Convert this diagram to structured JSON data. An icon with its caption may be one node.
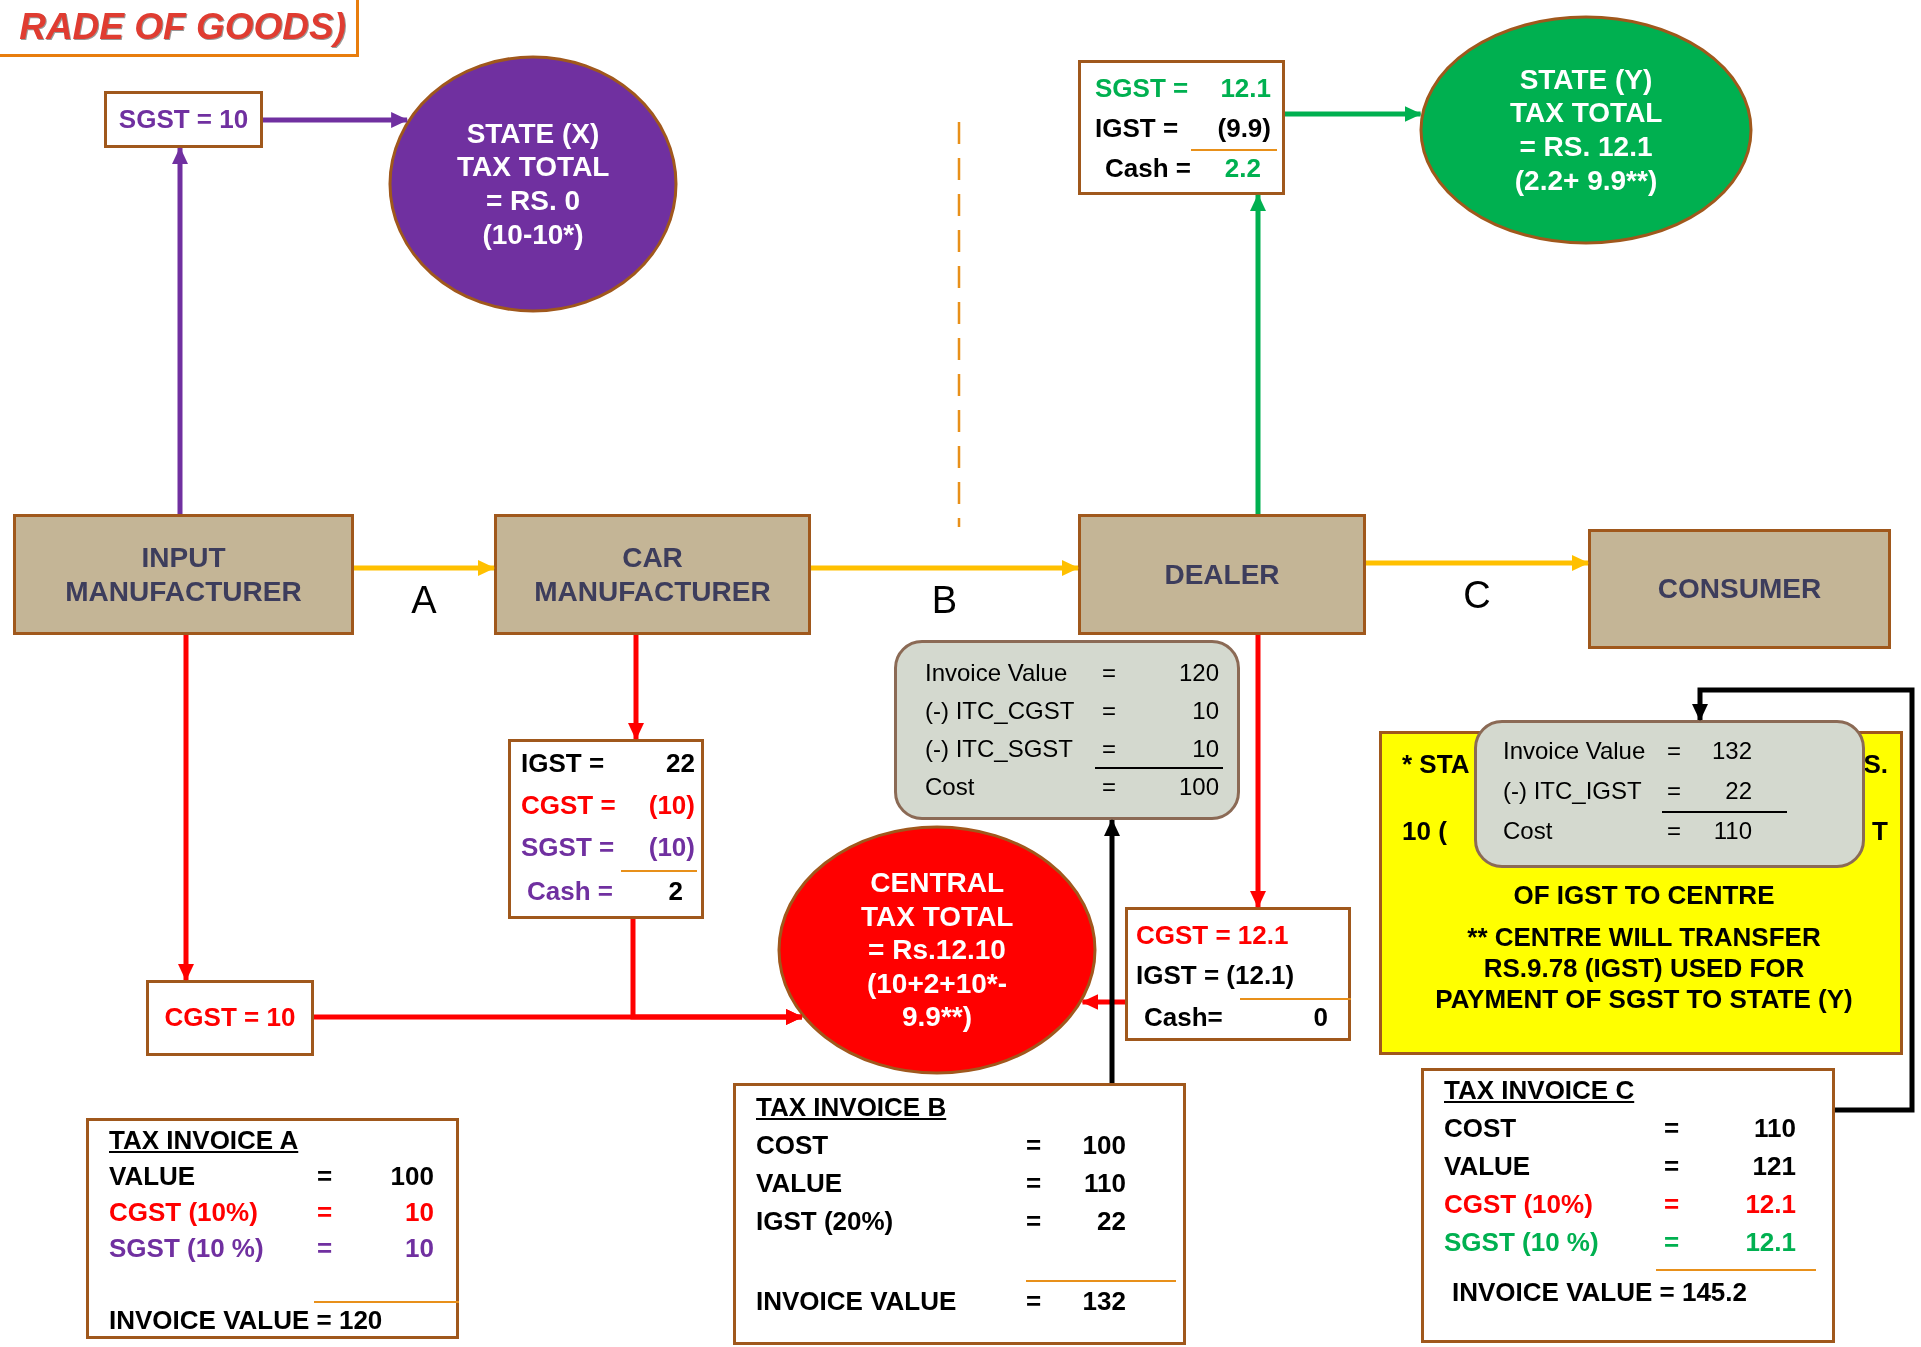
{
  "diagram": {
    "title": "RADE OF GOODS)",
    "nodes": [
      {
        "text": [
          "SGST = 10"
        ]
      },
      {
        "text": [
          "STATE (X) TAX TOTAL = RS. 0 (10-10*)"
        ]
      },
      {
        "text": [
          "SGST =",
          "12.1",
          "IGST =",
          "(9.9)",
          "Cash =",
          "2.2"
        ]
      },
      {
        "text": [
          "STATE (Y) TAX TOTAL = RS. 12.1 (2.2+ 9.9**)"
        ]
      },
      {
        "text": [
          "INPUT MANUFACTURER"
        ]
      },
      {
        "text": [
          "CAR MANUFACTURER"
        ]
      },
      {
        "text": [
          "DEALER"
        ]
      },
      {
        "text": [
          "CONSUMER"
        ]
      },
      {
        "text": [
          "CGST = 10"
        ]
      },
      {
        "text": [
          "IGST =",
          "22",
          "CGST =",
          "(10)",
          "SGST =",
          "(10)",
          "Cash =",
          "2"
        ]
      },
      {
        "text": [
          "Invoice Value",
          "=",
          "120",
          "(-) ITC_CGST",
          "=",
          "10",
          "(-) ITC_SGST",
          "=",
          "10",
          "Cost",
          "=",
          "100"
        ]
      },
      {
        "text": [
          "CENTRAL TAX TOTAL = Rs.12.10 (10+2+10*- 9.9**)"
        ]
      },
      {
        "text": [
          "CGST = 12.1",
          "IGST = (12.1)",
          "Cash=",
          "0"
        ]
      },
      {
        "text": [
          "* STA",
          "S.",
          "10 (",
          "T",
          "OF IGST TO CENTRE",
          "** CENTRE WILL TRANSFER RS.9.78 (IGST) USED FOR PAYMENT OF SGST TO STATE (Y)"
        ]
      },
      {
        "text": [
          "Invoice Value",
          "=",
          "132",
          "(-) ITC_IGST",
          "=",
          "22",
          "Cost",
          "=",
          "110"
        ]
      },
      {
        "text": [
          "TAX INVOICE A",
          "VALUE",
          "=",
          "100",
          "CGST (10%)",
          "=",
          "10",
          "SGST (10 %)",
          "=",
          "10",
          "INVOICE VALUE = 120"
        ]
      },
      {
        "text": [
          "TAX INVOICE B",
          "COST",
          "=",
          "100",
          "VALUE",
          "=",
          "110",
          "IGST (20%)",
          "=",
          "22",
          "INVOICE VALUE",
          "=",
          "132"
        ]
      },
      {
        "text": [
          "TAX INVOICE C",
          "COST",
          "=",
          "110",
          "VALUE",
          "=",
          "121",
          "CGST (10%)",
          "=",
          "12.1",
          "SGST (10 %)",
          "=",
          "12.1",
          "INVOICE VALUE = 145.2"
        ]
      }
    ],
    "edges": [
      {
        "from": 4,
        "to": 0,
        "arrow": "to",
        "color": "#7030a0"
      },
      {
        "from": 0,
        "to": 1,
        "arrow": "to",
        "color": "#7030a0"
      },
      {
        "from": 4,
        "to": 5,
        "arrow": "to",
        "label": "A",
        "color": "#ffc000"
      },
      {
        "from": 5,
        "to": 6,
        "arrow": "to",
        "label": "B",
        "color": "#ffc000"
      },
      {
        "from": 6,
        "to": 7,
        "arrow": "to",
        "label": "C",
        "color": "#ffc000"
      },
      {
        "from": 6,
        "to": 2,
        "arrow": "to",
        "color": "#00b050"
      },
      {
        "from": 2,
        "to": 3,
        "arrow": "to",
        "color": "#00b050"
      },
      {
        "from": 4,
        "to": 8,
        "arrow": "to"
      },
      {
        "from": 5,
        "to": 9,
        "arrow": "to"
      },
      {
        "from": 8,
        "to": 11,
        "arrow": "to"
      },
      {
        "from": 9,
        "to": 11,
        "arrow": "to"
      },
      {
        "from": 6,
        "to": 12,
        "arrow": "to"
      },
      {
        "from": 12,
        "to": 11,
        "arrow": "to"
      },
      {
        "from": 16,
        "to": 10,
        "arrow": "to",
        "color": "#000000"
      },
      {
        "from": 17,
        "to": 14,
        "arrow": "to",
        "color": "#000000"
      }
    ]
  }
}
